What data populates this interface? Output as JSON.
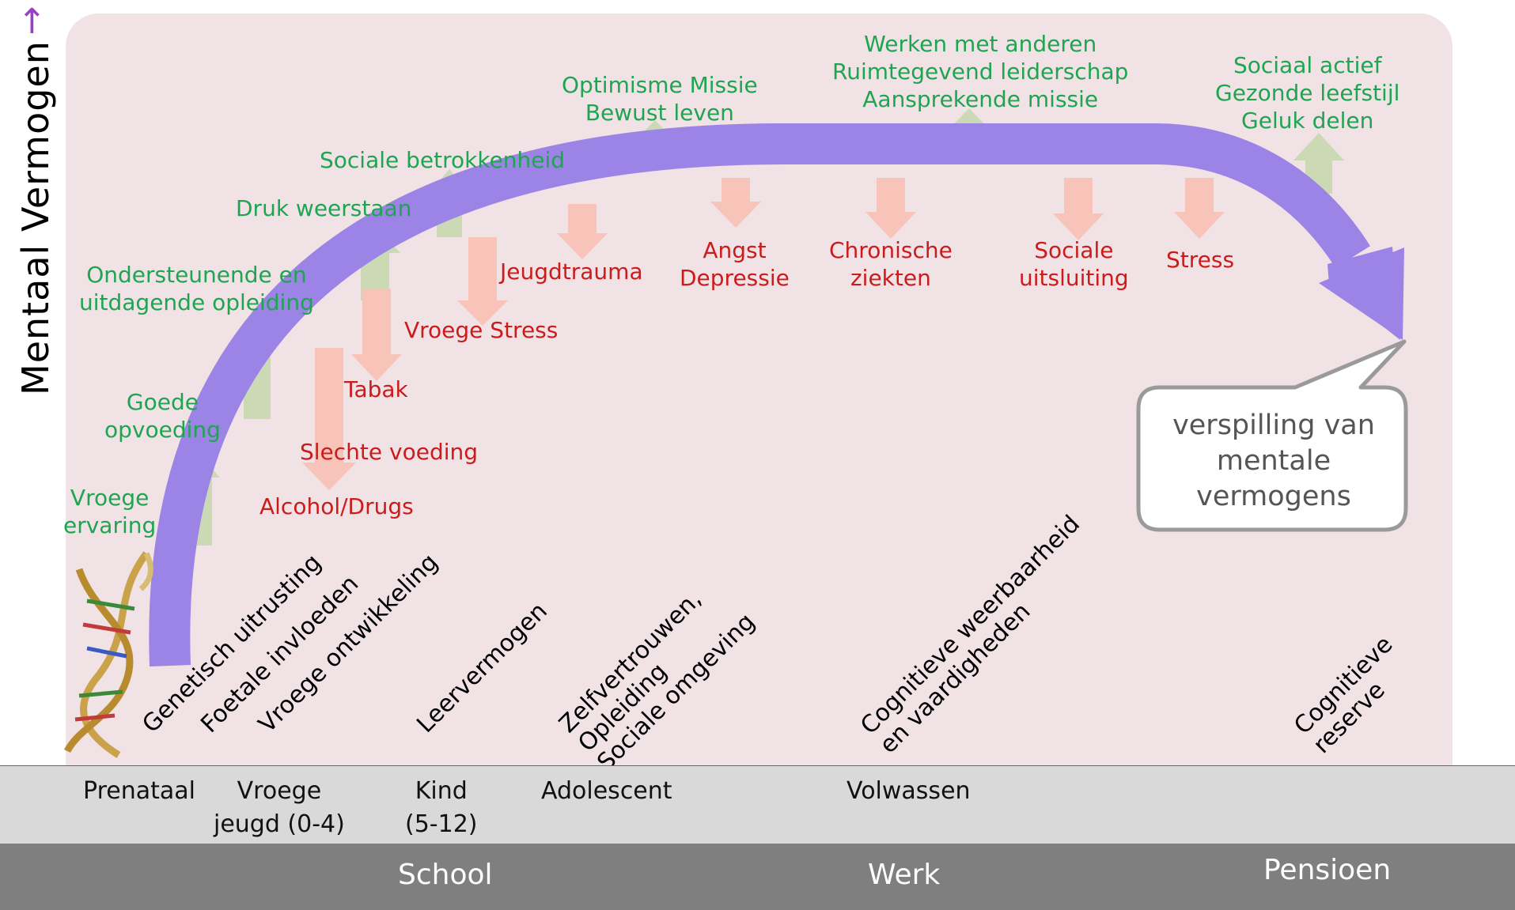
{
  "axis": {
    "y_label": "Mentaal Vermogen"
  },
  "positive_labels": {
    "vroege_ervaring": [
      "Vroege",
      "ervaring"
    ],
    "goede_opvoeding": [
      "Goede",
      "opvoeding"
    ],
    "opleiding": [
      "Ondersteunende en",
      "uitdagende opleiding"
    ],
    "druk": [
      "Druk weerstaan"
    ],
    "sociale_betrokkenheid": [
      "Sociale betrokkenheid"
    ],
    "optimisme": [
      "Optimisme Missie",
      "Bewust leven"
    ],
    "werken": [
      "Werken met anderen",
      "Ruimtegevend leiderschap",
      "Aansprekende missie"
    ],
    "sociaal_actief": [
      "Sociaal actief",
      "Gezonde leefstijl",
      "Geluk delen"
    ]
  },
  "negative_labels": {
    "alcohol": [
      "Alcohol/Drugs"
    ],
    "slechte_voeding": [
      "Slechte voeding"
    ],
    "tabak": [
      "Tabak"
    ],
    "vroege_stress": [
      "Vroege Stress"
    ],
    "jeugdtrauma": [
      "Jeugdtrauma"
    ],
    "angst": [
      "Angst",
      "Depressie"
    ],
    "chronische": [
      "Chronische",
      "ziekten"
    ],
    "sociale_uitsluiting": [
      "Sociale",
      "uitsluiting"
    ],
    "stress": [
      "Stress"
    ]
  },
  "diagonal_labels": {
    "genetisch": "Genetisch uitrusting",
    "foetale": "Foetale invloeden",
    "vroege_ontwikkeling": "Vroege ontwikkeling",
    "leervermogen": "Leervermogen",
    "zelfvertrouwen": [
      "Zelfvertrouwen,",
      "Opleiding",
      "Sociale omgeving"
    ],
    "cognitieve_weerbaarheid": [
      "Cognitieve weerbaarheid",
      "en vaardigheden"
    ],
    "cognitieve_reserve": [
      "Cognitieve",
      "reserve"
    ]
  },
  "callout": [
    "verspilling van",
    "mentale",
    "vermogens"
  ],
  "stages": {
    "prenataal": [
      "Prenataal"
    ],
    "vroege_jeugd": [
      "Vroege",
      "jeugd (0-4)"
    ],
    "kind": [
      "Kind",
      "(5-12)"
    ],
    "adolescent": [
      "Adolescent"
    ],
    "volwassen": [
      "Volwassen"
    ]
  },
  "periods": {
    "school": "School",
    "werk": "Werk",
    "pensioen": "Pensioen"
  },
  "colors": {
    "positive_text": "#1fa552",
    "negative_text": "#cc1b1b",
    "positive_arrow": "#ccd9b5",
    "negative_arrow": "#f8c3b8",
    "main_arrow": "#9c83e6",
    "panel": "#f1e2e5",
    "axis_arrow": "#9b3fc9"
  }
}
